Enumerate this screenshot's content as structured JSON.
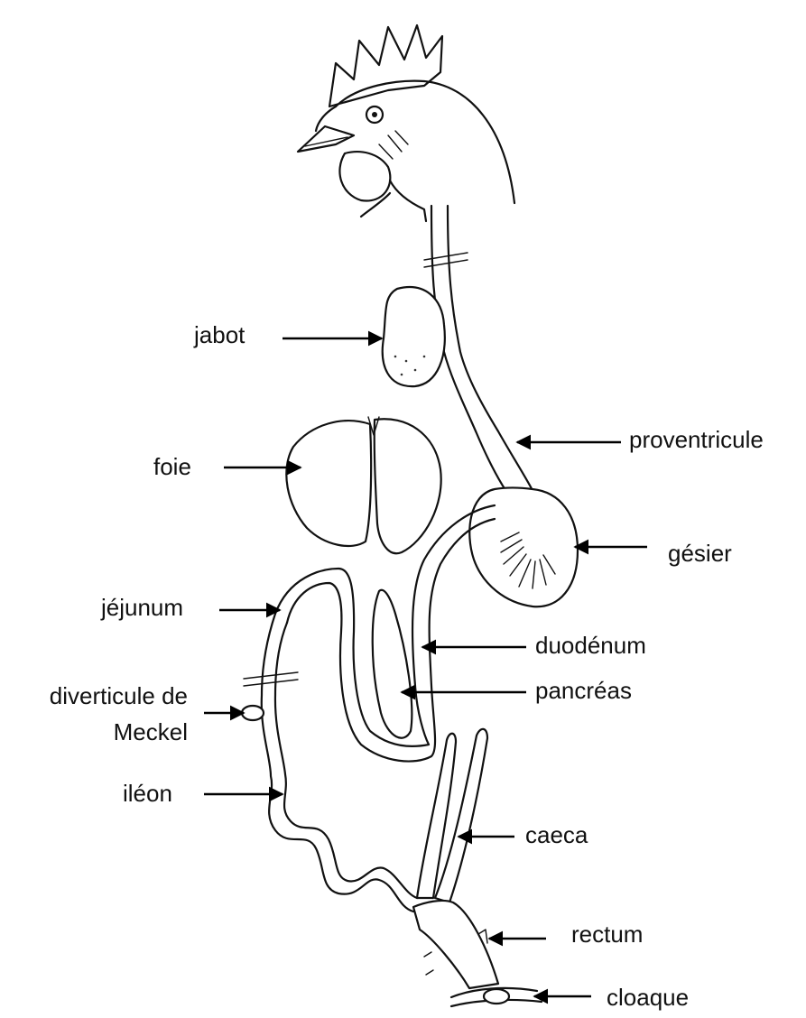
{
  "labels": {
    "jabot": "jabot",
    "proventricule": "proventricule",
    "foie": "foie",
    "gesier": "gésier",
    "jejunum": "jéjunum",
    "duodenum": "duodénum",
    "diverticule_line1": "diverticule de",
    "diverticule_line2": "Meckel",
    "pancreas": "pancréas",
    "ileon": "iléon",
    "caeca": "caeca",
    "rectum": "rectum",
    "cloaque": "cloaque"
  }
}
